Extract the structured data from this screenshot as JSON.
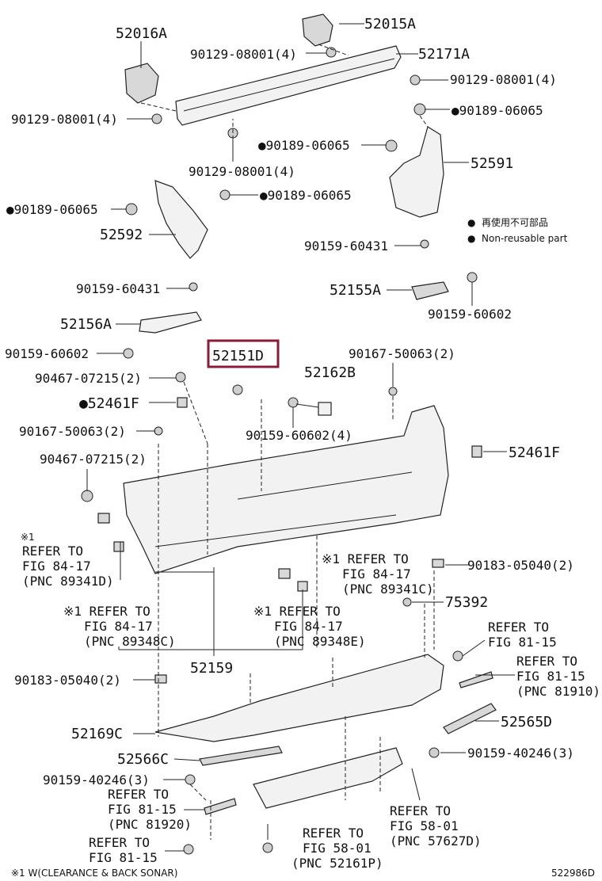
{
  "diagram_id": "522986D",
  "highlight_color": "#8a1c3a",
  "highlighted_label": "52151D",
  "legend": {
    "dot": "●",
    "line1": "再使用不可部品",
    "line2": "Non-reusable part"
  },
  "footnote": "※1 W(CLEARANCE & BACK SONAR)",
  "labels": {
    "p52016A": "52016A",
    "p52015A": "52015A",
    "p90129a": "90129-08001(4)",
    "p52171A": "52171A",
    "p90129b": "90129-08001(4)",
    "p90129c": "90129-08001(4)",
    "p90189a": "●90189-06065",
    "p90189b": "●90189-06065",
    "p52591": "52591",
    "p90129d": "90129-08001(4)",
    "p90189c": "●90189-06065",
    "p90189d": "●90189-06065",
    "p52592": "52592",
    "p90159a": "90159-60431",
    "p90159b": "90159-60431",
    "p52155A": "52155A",
    "p90159c": "90159-60602",
    "p52156A": "52156A",
    "p90159d": "90159-60602",
    "p52151D": "52151D",
    "p90167a": "90167-50063(2)",
    "p90467a": "90467-07215(2)",
    "p52162B": "52162B",
    "p52461Fa": "●52461F",
    "p90167b": "90167-50063(2)",
    "p90159e": "90159-60602(4)",
    "p52461Fb": "52461F",
    "p90467b": "90467-07215(2)",
    "ref1_mark": "※1",
    "ref1_a": "REFER TO",
    "ref1_b": "FIG 84-17",
    "ref1_c": "(PNC 89341D)",
    "ref2_a": "※1 REFER TO",
    "ref2_b": "FIG 84-17",
    "ref2_c": "(PNC 89341C)",
    "p90183a": "90183-05040(2)",
    "p75392": "75392",
    "ref3_a": "※1 REFER TO",
    "ref3_b": "FIG 84-17",
    "ref3_c": "(PNC 89348C)",
    "ref4_a": "※1 REFER TO",
    "ref4_b": "FIG 84-17",
    "ref4_c": "(PNC 89348E)",
    "ref5_a": "REFER TO",
    "ref5_b": "FIG 81-15",
    "p52159": "52159",
    "ref6_a": "REFER TO",
    "ref6_b": "FIG 81-15",
    "ref6_c": "(PNC 81910)",
    "p90183b": "90183-05040(2)",
    "p52169C": "52169C",
    "p52565D": "52565D",
    "p52566C": "52566C",
    "p90159f": "90159-40246(3)",
    "p90159g": "90159-40246(3)",
    "ref7_a": "REFER TO",
    "ref7_b": "FIG 81-15",
    "ref7_c": "(PNC 81920)",
    "ref8_a": "REFER TO",
    "ref8_b": "FIG 58-01",
    "ref8_c": "(PNC 57627D)",
    "ref9_a": "REFER TO",
    "ref9_b": "FIG 81-15",
    "ref10_a": "REFER TO",
    "ref10_b": "FIG 58-01",
    "ref10_c": "(PNC 52161P)"
  }
}
